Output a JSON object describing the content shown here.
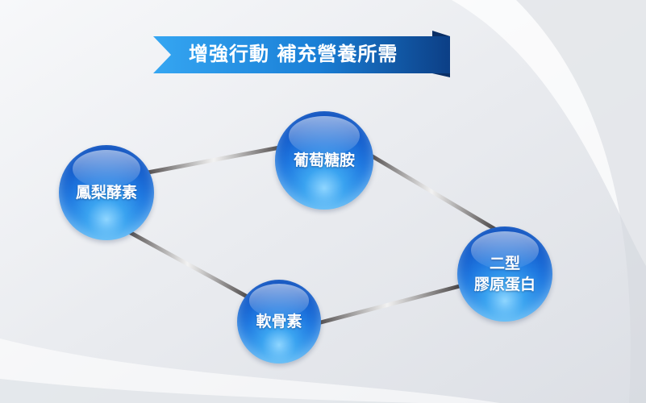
{
  "banner": {
    "title": "增強行動 補充營養所需"
  },
  "nodes": {
    "pineapple": {
      "label": "鳳梨酵素"
    },
    "glucosamine": {
      "label": "葡萄糖胺"
    },
    "collagen": {
      "line1": "二型",
      "line2": "膠原蛋白"
    },
    "chondroitin": {
      "label": "軟骨素"
    }
  },
  "colors": {
    "banner": "#1a7fd6",
    "sphere": "#1f78e0",
    "connector": "#6e6a6a"
  }
}
